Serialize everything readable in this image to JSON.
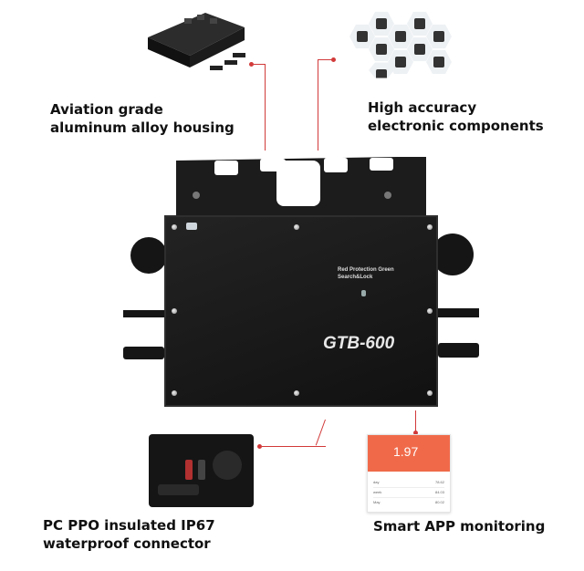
{
  "captions": {
    "housing": "Aviation grade aluminum alloy housing",
    "components": "High accuracy electronic components",
    "connector": "PC PPO insulated IP67 waterproof connector",
    "app": "Smart APP monitoring"
  },
  "device": {
    "model": "GTB-600",
    "led_label": "Red Protection Green Search&Lock"
  },
  "app_screen": {
    "value": "1.97",
    "rows": [
      {
        "name": "day",
        "value": "78.62"
      },
      {
        "name": "week",
        "value": "84.03"
      },
      {
        "name": "May",
        "value": "80.02"
      }
    ]
  },
  "colors": {
    "accent": "#d23a3a",
    "device": "#1a1a1a",
    "app_header": "#f06a4a"
  }
}
